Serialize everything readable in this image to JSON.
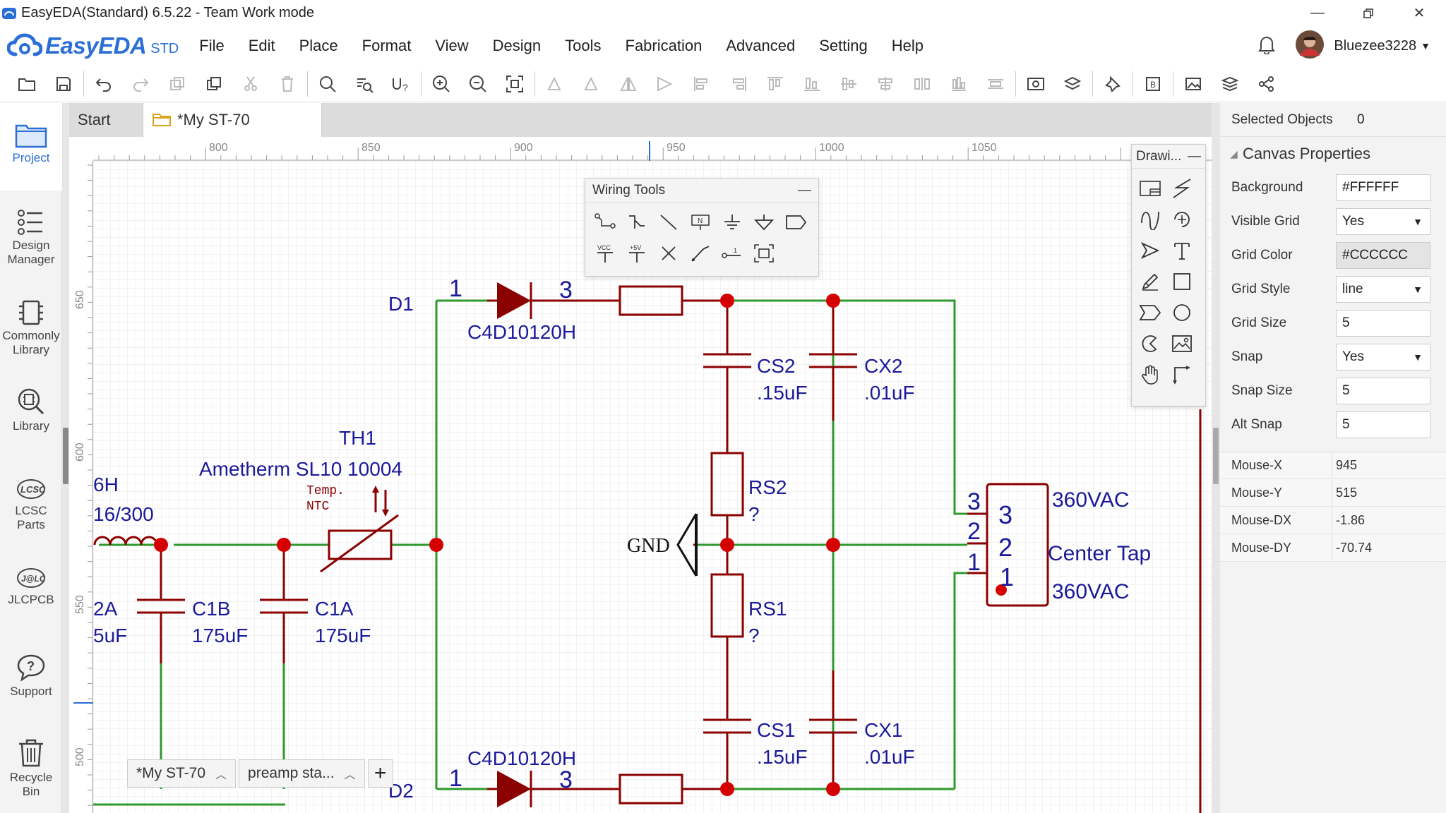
{
  "titlebar": {
    "title": "EasyEDA(Standard) 6.5.22 - Team Work mode"
  },
  "menubar": {
    "logo_text": "EasyEDA",
    "logo_edition": "STD",
    "items": [
      "File",
      "Edit",
      "Place",
      "Format",
      "View",
      "Design",
      "Tools",
      "Fabrication",
      "Advanced",
      "Setting",
      "Help"
    ],
    "username": "Bluezee3228"
  },
  "sidebar": {
    "items": [
      {
        "label1": "Project",
        "label2": "",
        "icon": "folder-icon"
      },
      {
        "label1": "Design",
        "label2": "Manager",
        "icon": "design-manager-icon"
      },
      {
        "label1": "Commonly",
        "label2": "Library",
        "icon": "chip-icon"
      },
      {
        "label1": "Library",
        "label2": "",
        "icon": "library-search-icon"
      },
      {
        "label1": "LCSC",
        "label2": "Parts",
        "icon": "lcsc-icon"
      },
      {
        "label1": "JLCPCB",
        "label2": "",
        "icon": "jlc-icon"
      },
      {
        "label1": "Support",
        "label2": "",
        "icon": "help-bubble-icon"
      },
      {
        "label1": "Recycle",
        "label2": "Bin",
        "icon": "trash-icon"
      }
    ],
    "lcsc_logo": "LCSC",
    "jlc_logo": "J@LC"
  },
  "tabs": {
    "start": "Start",
    "doc": "*My ST-70"
  },
  "ruler": {
    "top_labels": [
      "800",
      "850",
      "900",
      "950",
      "1000",
      "1050"
    ],
    "left_labels": [
      "650",
      "600",
      "550",
      "500"
    ]
  },
  "wiring_tools": {
    "title": "Wiring Tools",
    "net_flag_label": "N",
    "vcc_label": "VCC",
    "p5v_label": "+5V"
  },
  "drawing_tools": {
    "title": "Drawi..."
  },
  "schematic": {
    "d1_ref": "D1",
    "d1_part": "C4D10120H",
    "d2_ref": "D2",
    "d2_part": "C4D10120H",
    "pin_1": "1",
    "pin_3": "3",
    "cs2": "CS2",
    "cs2_val": ".15uF",
    "cx2": "CX2",
    "cx2_val": ".01uF",
    "rs2": "RS2",
    "rs2_val": "?",
    "rs1": "RS1",
    "rs1_val": "?",
    "cs1": "CS1",
    "cs1_val": ".15uF",
    "cx1": "CX1",
    "cx1_val": ".01uF",
    "th1": "TH1",
    "th1_part": "Ametherm SL10 10004",
    "temp": "Temp.",
    "ntc": "NTC",
    "gnd": "GND",
    "l_ref": "6H",
    "l_val": "16/300",
    "c1b": "C1B",
    "c1b_val": "175uF",
    "c1a": "C1A",
    "c1a_val": "175uF",
    "c2a_ref": "2A",
    "c2a_val": "5uF",
    "conn_pins": [
      "3",
      "2",
      "1"
    ],
    "conn_top": "360VAC",
    "conn_mid": "Center Tap",
    "conn_bot": "360VAC"
  },
  "sheet_tabs": {
    "sheet1": "*My ST-70",
    "sheet2": "preamp sta...",
    "add": "+"
  },
  "properties": {
    "selected_label": "Selected Objects",
    "selected_count": "0",
    "section": "Canvas Properties",
    "rows": [
      {
        "label": "Background",
        "value": "#FFFFFF",
        "dropdown": false
      },
      {
        "label": "Visible Grid",
        "value": "Yes",
        "dropdown": true
      },
      {
        "label": "Grid Color",
        "value": "#CCCCCC",
        "dropdown": false
      },
      {
        "label": "Grid Style",
        "value": "line",
        "dropdown": true
      },
      {
        "label": "Grid Size",
        "value": "5",
        "dropdown": false
      },
      {
        "label": "Snap",
        "value": "Yes",
        "dropdown": true
      },
      {
        "label": "Snap Size",
        "value": "5",
        "dropdown": false
      },
      {
        "label": "Alt Snap",
        "value": "5",
        "dropdown": false
      }
    ],
    "mouse": [
      {
        "label": "Mouse-X",
        "value": "945"
      },
      {
        "label": "Mouse-Y",
        "value": "515"
      },
      {
        "label": "Mouse-DX",
        "value": "-1.86"
      },
      {
        "label": "Mouse-DY",
        "value": "-70.74"
      }
    ]
  },
  "colors": {
    "wire": "#2e9a2e",
    "part": "#8b0000",
    "label": "#1a1a9a",
    "accent": "#2b6fd6"
  }
}
